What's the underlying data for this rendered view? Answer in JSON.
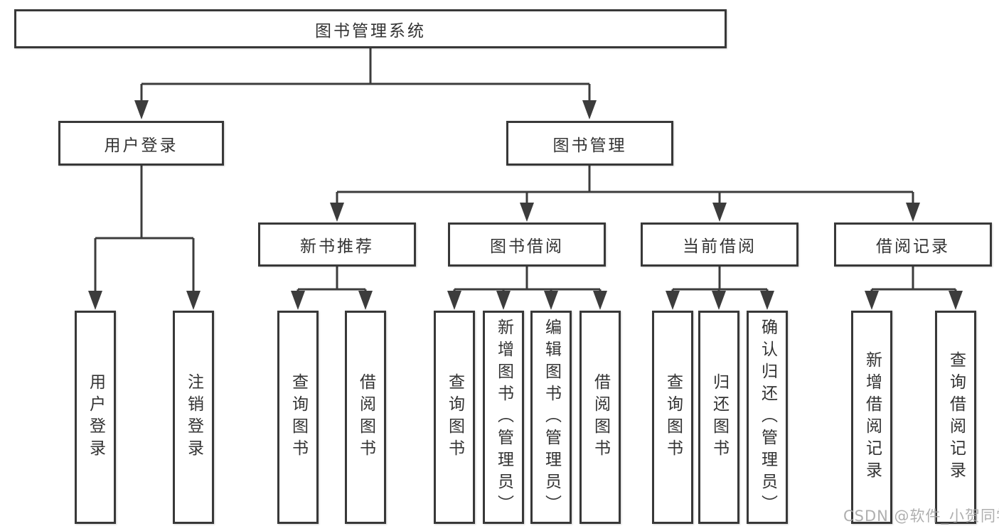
{
  "diagram_type": "hierarchy-tree",
  "tree": {
    "label": "图书管理系统",
    "children": [
      {
        "label": "用户登录",
        "children": [
          {
            "label": "用户登录"
          },
          {
            "label": "注销登录"
          }
        ]
      },
      {
        "label": "图书管理",
        "children": [
          {
            "label": "新书推荐",
            "children": [
              {
                "label": "查询图书"
              },
              {
                "label": "借阅图书"
              }
            ]
          },
          {
            "label": "图书借阅",
            "children": [
              {
                "label": "查询图书"
              },
              {
                "label": "新增图书（管理员）"
              },
              {
                "label": "编辑图书（管理员）"
              },
              {
                "label": "借阅图书"
              }
            ]
          },
          {
            "label": "当前借阅",
            "children": [
              {
                "label": "查询图书"
              },
              {
                "label": "归还图书"
              },
              {
                "label": "确认归还（管理员）"
              }
            ]
          },
          {
            "label": "借阅记录",
            "children": [
              {
                "label": "新增借阅记录"
              },
              {
                "label": "查询借阅记录"
              }
            ]
          }
        ]
      }
    ]
  },
  "watermark": {
    "text": "CSDN @软件_小贺同学"
  },
  "colors": {
    "line": "#3c3c3c",
    "border": "#383838",
    "text": "#333333",
    "watermark": "#a8a8a8",
    "background": "#ffffff"
  }
}
